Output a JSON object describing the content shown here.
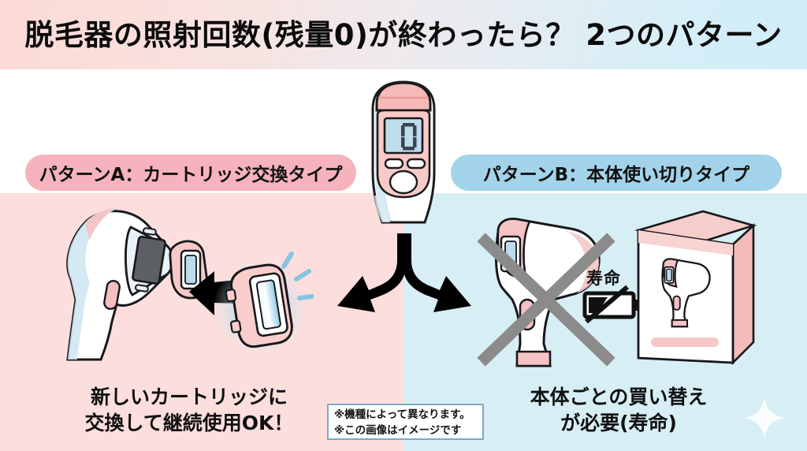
{
  "header": {
    "title": "脱毛器の照射回数(残量0)が終わったら？ 2つのパターン",
    "gradient_from": "#fbd9d6",
    "gradient_to": "#cfeef8"
  },
  "panels": {
    "left": {
      "background": "#fcdedd"
    },
    "right": {
      "background": "#d7eef5"
    }
  },
  "center_device": {
    "display_value": "0",
    "screen_color": "#bfdcec",
    "body_color": "#f6c7c6",
    "name": "epilator-device"
  },
  "pattern_a": {
    "label": "パターンA：カートリッジ交換タイプ",
    "pill_color": "#f6b3bd",
    "caption_line1": "新しいカートリッジに",
    "caption_line2": "交換して継続使用OK！",
    "device_icon": "handheld-epilator-icon",
    "cartridge_icon": "cartridge-icon",
    "new_cartridge_icon": "glowing-cartridge-icon",
    "arrow_icon": "arrow-left-icon"
  },
  "pattern_b": {
    "label": "パターンB：本体使い切りタイプ",
    "pill_color": "#a3d3ea",
    "caption_line1": "本体ごとの買い替え",
    "caption_line2": "が必要(寿命)",
    "device_icon": "handheld-epilator-icon",
    "cross_icon": "cross-out-icon",
    "lifespan_label": "寿命",
    "battery_icon": "dead-battery-icon",
    "box_icon": "product-box-icon"
  },
  "branch_arrow": {
    "icon": "branching-arrow-icon",
    "color": "#000000"
  },
  "note": {
    "line1": "※機種によって異なります。",
    "line2": "※この画像はイメージです",
    "border_color": "#7ea8c4",
    "background": "#ffffff"
  },
  "decoration": {
    "sparkle_icon": "sparkle-icon"
  }
}
